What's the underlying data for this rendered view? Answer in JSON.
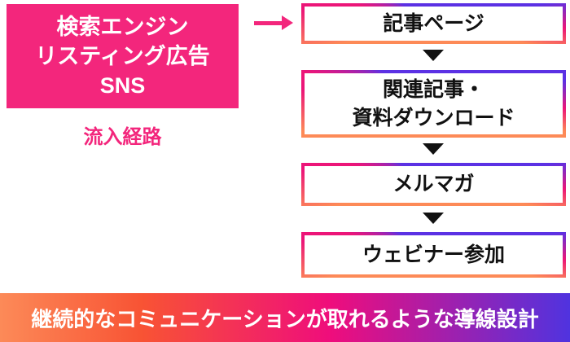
{
  "diagram": {
    "source": {
      "lines": [
        "検索エンジン",
        "リスティング広告",
        "SNS"
      ],
      "caption": "流入経路"
    },
    "steps": [
      {
        "lines": [
          "記事ページ"
        ]
      },
      {
        "lines": [
          "関連記事・",
          "資料ダウンロード"
        ]
      },
      {
        "lines": [
          "メルマガ"
        ]
      },
      {
        "lines": [
          "ウェビナー参加"
        ]
      }
    ],
    "footer": "継続的なコミュニケーションが取れるような導線設計"
  },
  "icons": {
    "flow_arrow": "right-arrow-icon",
    "step_connector": "down-triangle-icon"
  },
  "colors": {
    "accent_pink": "#f3267c",
    "border_purple": "#5b31e4",
    "border_magenta": "#ec1578",
    "border_orange": "#fd8a57",
    "footer_gradient": [
      "#fc8a58",
      "#f85334",
      "#ef0d7c",
      "#5033df"
    ],
    "text_dark": "#111111",
    "text_light": "#ffffff"
  }
}
